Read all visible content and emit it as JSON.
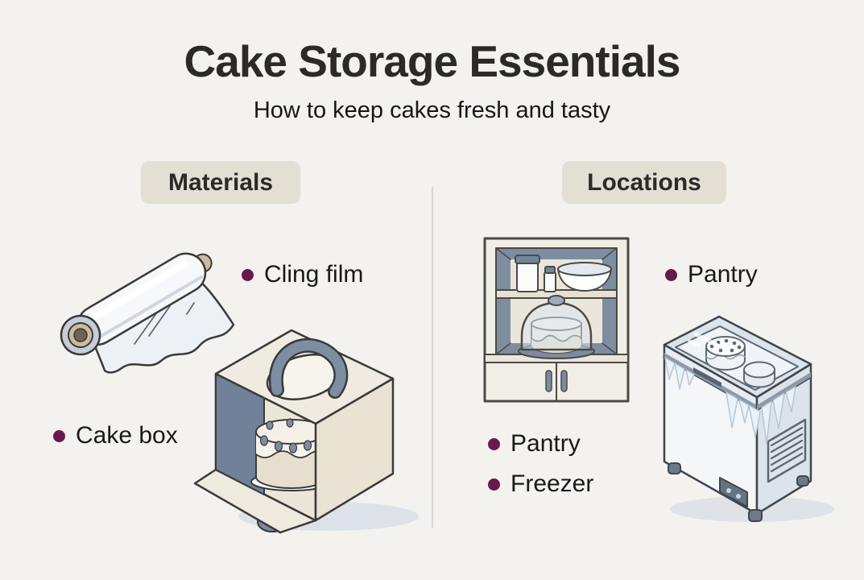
{
  "title": "Cake Storage Essentials",
  "subtitle": "How to keep cakes fresh and tasty",
  "materials": {
    "heading": "Materials",
    "bullets": [
      "Cling film",
      "Cake box"
    ],
    "illustrations": [
      "cling-film-roll",
      "cake-box-with-handle-and-cake"
    ]
  },
  "locations": {
    "heading": "Locations",
    "bullets": [
      "Pantry",
      "Pantry",
      "Freezer"
    ],
    "illustrations": [
      "pantry-cabinet-with-cake-dome",
      "chest-freezer-with-frozen-cakes"
    ]
  },
  "colors": {
    "background": "#f4f2ee",
    "heading_pill": "#e3dfd4",
    "title_text": "#2b2a28",
    "body_text": "#1a1a19",
    "bullet_dot": "#671b4b",
    "divider": "#d9d6cf",
    "illustration_outline": "#3a3a3a",
    "illustration_blue_gray": "#7d8ea3",
    "illustration_cream": "#ece7db"
  }
}
